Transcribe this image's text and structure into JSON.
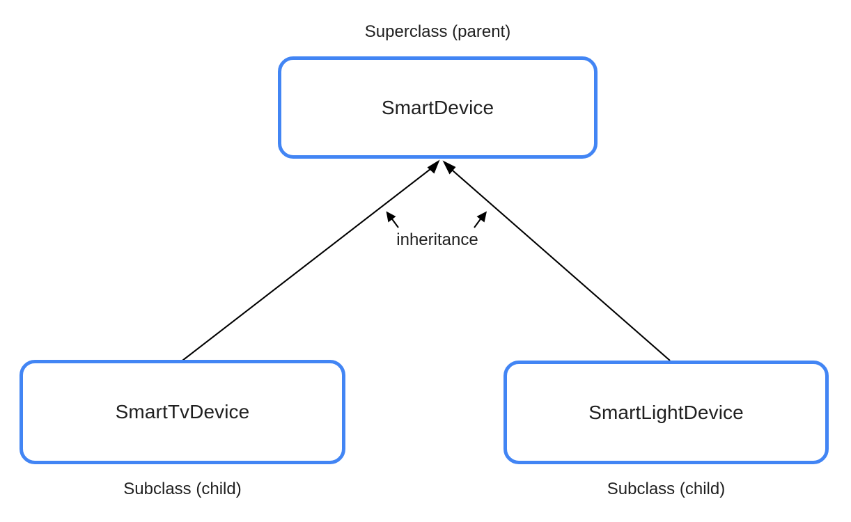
{
  "diagram": {
    "title_text": "Superclass (parent)",
    "background_color": "#ffffff",
    "box_border_color": "#4285f4",
    "text_color": "#1f1f1f",
    "edge_color": "#000000",
    "nodes": [
      {
        "id": "superclass",
        "name": "SmartDevice",
        "role_label": "Superclass (parent)"
      },
      {
        "id": "subclass-tv",
        "name": "SmartTvDevice",
        "role_label": "Subclass (child)"
      },
      {
        "id": "subclass-light",
        "name": "SmartLightDevice",
        "role_label": "Subclass (child)"
      }
    ],
    "edges": [
      {
        "id": "edge-tv-to-superclass",
        "from": "subclass-tv",
        "to": "superclass",
        "relation": "inheritance",
        "arrow": "open-arrowhead-at-superclass"
      },
      {
        "id": "edge-light-to-superclass",
        "from": "subclass-light",
        "to": "superclass",
        "relation": "inheritance",
        "arrow": "open-arrowhead-at-superclass"
      }
    ],
    "edge_label": "inheritance",
    "edge_label_pointers": [
      {
        "id": "pointer-left",
        "direction": "up-left"
      },
      {
        "id": "pointer-right",
        "direction": "up-right"
      }
    ]
  }
}
